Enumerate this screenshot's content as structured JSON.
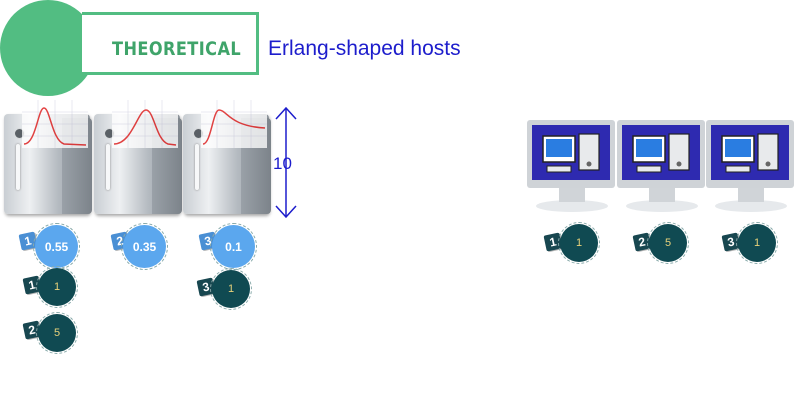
{
  "header": {
    "label": "THEORETICAL",
    "title": "Erlang-shaped hosts"
  },
  "height_label": "10",
  "server_cards": [
    {
      "tag": "1",
      "value": "0.55"
    },
    {
      "tag": "2",
      "value": "0.35"
    },
    {
      "tag": "3",
      "value": "0.1"
    }
  ],
  "left_dark_badges": [
    {
      "tag": "1",
      "value": "1"
    },
    {
      "tag": "2",
      "value": "5"
    },
    {
      "tag": "3",
      "value": "1"
    }
  ],
  "monitor_badges": [
    {
      "tag": "1",
      "value": "1"
    },
    {
      "tag": "2",
      "value": "5"
    },
    {
      "tag": "3",
      "value": "1"
    }
  ],
  "colors": {
    "green": "#52bd82",
    "blue_circle": "#5ba7ee",
    "dark_circle": "#104a52",
    "title_blue": "#1d1dcc"
  }
}
